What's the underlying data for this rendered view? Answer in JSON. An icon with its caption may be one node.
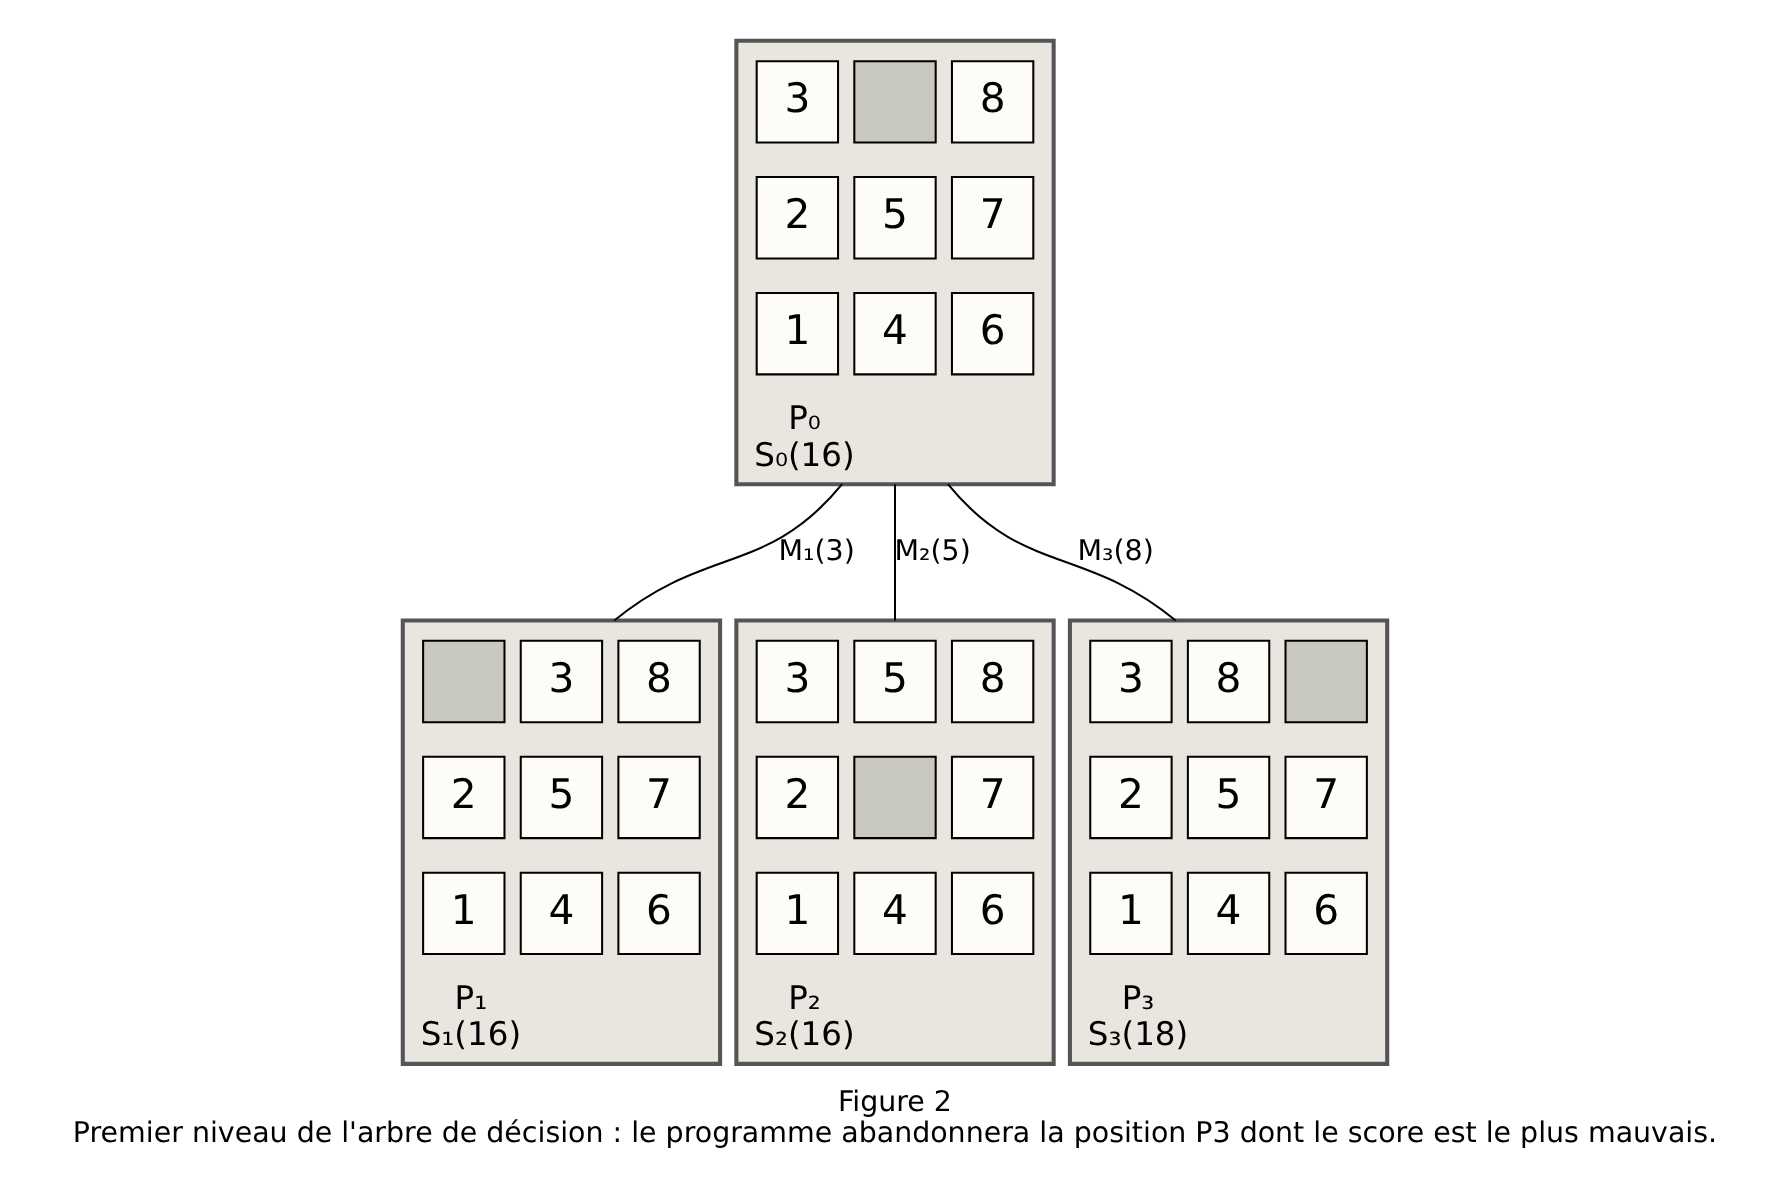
{
  "diagram": {
    "title": "Figure 2",
    "caption": "Premier niveau de l'arbre de décision : le programme abandonnera la position P3 dont le score est le plus mauvais.",
    "nodes": [
      {
        "text": [
          "P₀",
          "S₀(16)"
        ]
      },
      {
        "text": [
          "3"
        ],
        "in": 0
      },
      {
        "text": [],
        "shape": "box",
        "in": 0
      },
      {
        "text": [
          "8"
        ],
        "in": 0
      },
      {
        "text": [
          "2"
        ],
        "in": 0
      },
      {
        "text": [
          "5"
        ],
        "in": 0
      },
      {
        "text": [
          "7"
        ],
        "in": 0
      },
      {
        "text": [
          "1"
        ],
        "in": 0
      },
      {
        "text": [
          "4"
        ],
        "in": 0
      },
      {
        "text": [
          "6"
        ],
        "in": 0
      },
      {
        "text": [
          "P₁",
          "S₁(16)"
        ]
      },
      {
        "text": [],
        "shape": "box",
        "in": 10
      },
      {
        "text": [
          "3"
        ],
        "in": 10
      },
      {
        "text": [
          "8"
        ],
        "in": 10
      },
      {
        "text": [
          "2"
        ],
        "in": 10
      },
      {
        "text": [
          "5"
        ],
        "in": 10
      },
      {
        "text": [
          "7"
        ],
        "in": 10
      },
      {
        "text": [
          "1"
        ],
        "in": 10
      },
      {
        "text": [
          "4"
        ],
        "in": 10
      },
      {
        "text": [
          "6"
        ],
        "in": 10
      },
      {
        "text": [
          "P₂",
          "S₂(16)"
        ]
      },
      {
        "text": [
          "3"
        ],
        "in": 20
      },
      {
        "text": [
          "5"
        ],
        "in": 20
      },
      {
        "text": [
          "8"
        ],
        "in": 20
      },
      {
        "text": [
          "2"
        ],
        "in": 20
      },
      {
        "text": [],
        "shape": "box",
        "in": 20
      },
      {
        "text": [
          "7"
        ],
        "in": 20
      },
      {
        "text": [
          "1"
        ],
        "in": 20
      },
      {
        "text": [
          "4"
        ],
        "in": 20
      },
      {
        "text": [
          "6"
        ],
        "in": 20
      },
      {
        "text": [
          "P₃",
          "S₃(18)"
        ]
      },
      {
        "text": [
          "3"
        ],
        "in": 30
      },
      {
        "text": [
          "8"
        ],
        "in": 30
      },
      {
        "text": [],
        "shape": "box",
        "in": 30
      },
      {
        "text": [
          "2"
        ],
        "in": 30
      },
      {
        "text": [
          "5"
        ],
        "in": 30
      },
      {
        "text": [
          "7"
        ],
        "in": 30
      },
      {
        "text": [
          "1"
        ],
        "in": 30
      },
      {
        "text": [
          "4"
        ],
        "in": 30
      },
      {
        "text": [
          "6"
        ],
        "in": 30
      }
    ],
    "edges": [
      {
        "from": 0,
        "to": 10,
        "arrow": "none",
        "label": "M₁(3)"
      },
      {
        "from": 0,
        "to": 20,
        "arrow": "none",
        "label": "M₂(5)"
      },
      {
        "from": 0,
        "to": 30,
        "arrow": "none",
        "label": "M₃(8)"
      }
    ]
  }
}
